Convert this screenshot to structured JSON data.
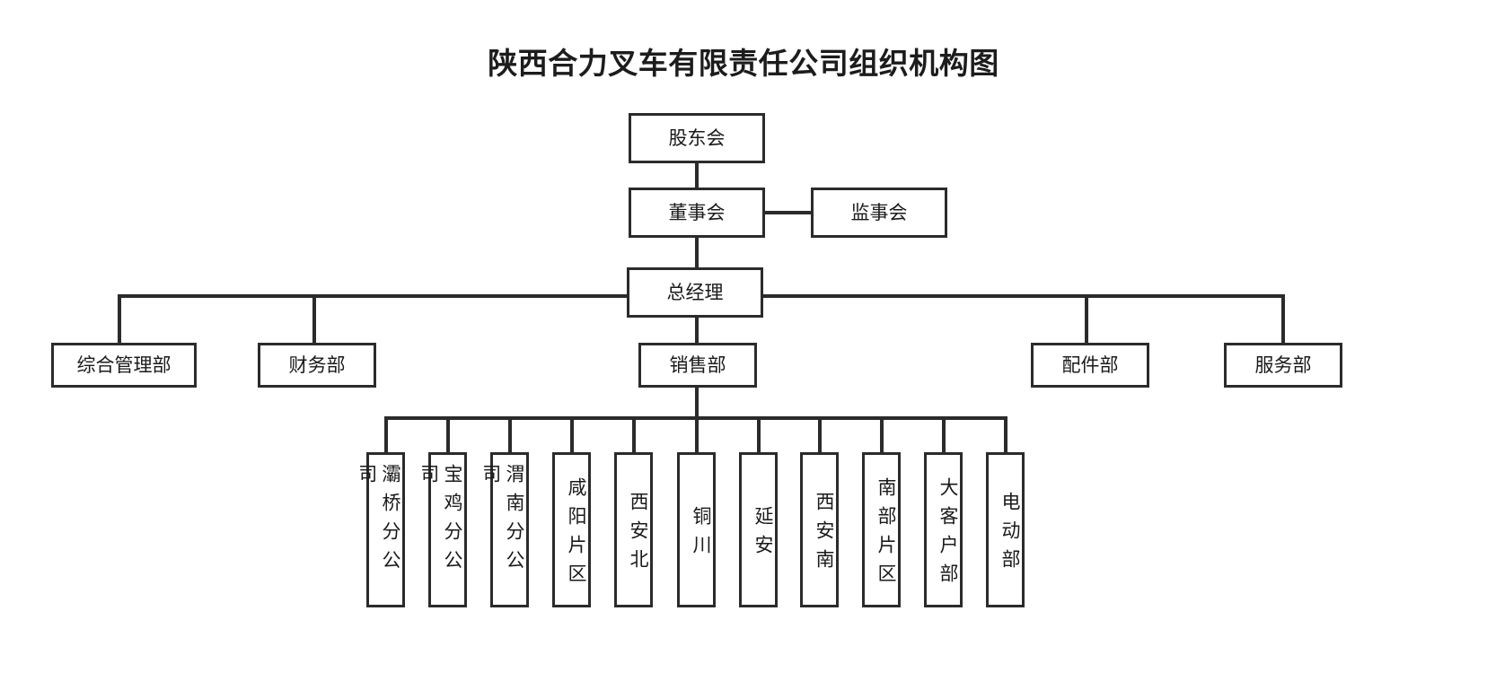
{
  "title": "陕西合力叉车有限责任公司组织机构图",
  "colors": {
    "box_border": "#2b2b2b",
    "line": "#2b2b2b",
    "text": "#1a1a1a",
    "title_text": "#1c1c1c",
    "background": "#ffffff"
  },
  "chart_data": {
    "type": "diagram",
    "subtype": "organization-chart",
    "title": "陕西合力叉车有限责任公司组织机构图",
    "orientation": "top-down",
    "nodes": [
      {
        "id": "shareholders",
        "label": "股东会",
        "level": 0,
        "text_direction": "horizontal"
      },
      {
        "id": "board",
        "label": "董事会",
        "level": 1,
        "text_direction": "horizontal"
      },
      {
        "id": "supervisors",
        "label": "监事会",
        "level": 1,
        "text_direction": "horizontal"
      },
      {
        "id": "gm",
        "label": "总经理",
        "level": 2,
        "text_direction": "horizontal"
      },
      {
        "id": "admin",
        "label": "综合管理部",
        "level": 3,
        "text_direction": "horizontal"
      },
      {
        "id": "finance",
        "label": "财务部",
        "level": 3,
        "text_direction": "horizontal"
      },
      {
        "id": "sales",
        "label": "销售部",
        "level": 3,
        "text_direction": "horizontal"
      },
      {
        "id": "parts",
        "label": "配件部",
        "level": 3,
        "text_direction": "horizontal"
      },
      {
        "id": "service",
        "label": "服务部",
        "level": 3,
        "text_direction": "horizontal"
      },
      {
        "id": "baqiao",
        "label": "灞桥分公司",
        "level": 4,
        "text_direction": "vertical"
      },
      {
        "id": "baoji",
        "label": "宝鸡分公司",
        "level": 4,
        "text_direction": "vertical"
      },
      {
        "id": "weinan",
        "label": "渭南分公司",
        "level": 4,
        "text_direction": "vertical"
      },
      {
        "id": "xianyang",
        "label": "咸阳片区",
        "level": 4,
        "text_direction": "vertical"
      },
      {
        "id": "xianbei",
        "label": "西安北",
        "level": 4,
        "text_direction": "vertical"
      },
      {
        "id": "tongchuan",
        "label": "铜川",
        "level": 4,
        "text_direction": "vertical"
      },
      {
        "id": "yanan",
        "label": "延安",
        "level": 4,
        "text_direction": "vertical"
      },
      {
        "id": "xiannan",
        "label": "西安南",
        "level": 4,
        "text_direction": "vertical"
      },
      {
        "id": "nanbu",
        "label": "南部片区",
        "level": 4,
        "text_direction": "vertical"
      },
      {
        "id": "bigclient",
        "label": "大客户部",
        "level": 4,
        "text_direction": "vertical"
      },
      {
        "id": "electric",
        "label": "电动部",
        "level": 4,
        "text_direction": "vertical"
      }
    ],
    "edges": [
      {
        "from": "shareholders",
        "to": "board"
      },
      {
        "from": "board",
        "to": "supervisors"
      },
      {
        "from": "board",
        "to": "gm"
      },
      {
        "from": "gm",
        "to": "admin"
      },
      {
        "from": "gm",
        "to": "finance"
      },
      {
        "from": "gm",
        "to": "sales"
      },
      {
        "from": "gm",
        "to": "parts"
      },
      {
        "from": "gm",
        "to": "service"
      },
      {
        "from": "sales",
        "to": "baqiao"
      },
      {
        "from": "sales",
        "to": "baoji"
      },
      {
        "from": "sales",
        "to": "weinan"
      },
      {
        "from": "sales",
        "to": "xianyang"
      },
      {
        "from": "sales",
        "to": "xianbei"
      },
      {
        "from": "sales",
        "to": "tongchuan"
      },
      {
        "from": "sales",
        "to": "yanan"
      },
      {
        "from": "sales",
        "to": "xiannan"
      },
      {
        "from": "sales",
        "to": "nanbu"
      },
      {
        "from": "sales",
        "to": "bigclient"
      },
      {
        "from": "sales",
        "to": "electric"
      }
    ]
  },
  "levels": {
    "top": {
      "shareholders": "股东会",
      "board": "董事会",
      "supervisors": "监事会",
      "gm": "总经理"
    },
    "departments": {
      "admin": "综合管理部",
      "finance": "财务部",
      "sales": "销售部",
      "parts": "配件部",
      "service": "服务部"
    },
    "sales_units": [
      "灞桥分公司",
      "宝鸡分公司",
      "渭南分公司",
      "咸阳片区",
      "西安北",
      "铜川",
      "延安",
      "西安南",
      "南部片区",
      "大客户部",
      "电动部"
    ]
  }
}
